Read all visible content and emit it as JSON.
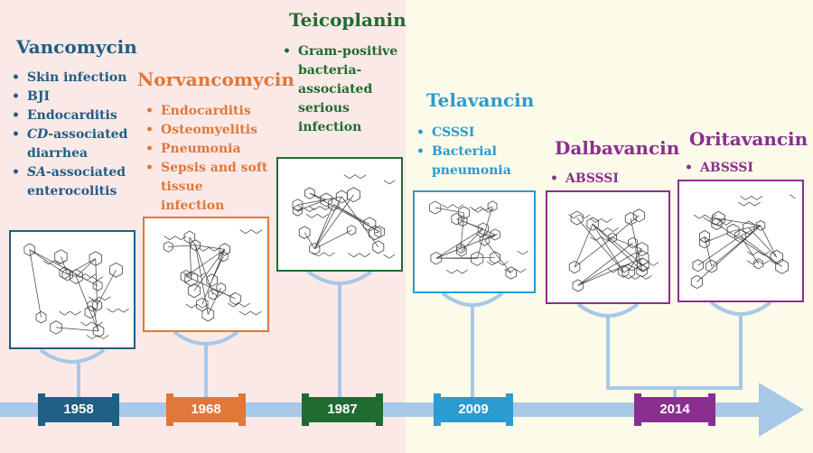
{
  "colors": {
    "vancomycin": "#1f5e85",
    "norvancomycin": "#e0783a",
    "teicoplanin": "#1f6b30",
    "telavancin": "#2b9bd1",
    "dalbavancin": "#8a2e8f",
    "oritavancin": "#8a2e8f",
    "axis": "#a8c8e8",
    "molecule": "#444444"
  },
  "drugs": {
    "vancomycin": {
      "name": "Vancomycin",
      "year": "1958",
      "indications": [
        {
          "pre": "",
          "em": "",
          "rest": "Skin infection"
        },
        {
          "pre": "",
          "em": "",
          "rest": "BJI"
        },
        {
          "pre": "",
          "em": "",
          "rest": "Endocarditis"
        },
        {
          "pre": "",
          "em": "CD",
          "rest": "-associated diarrhea"
        },
        {
          "pre": "",
          "em": "SA",
          "rest": "-associated enterocolitis"
        }
      ]
    },
    "norvancomycin": {
      "name": "Norvancomycin",
      "year": "1968",
      "indications": [
        {
          "pre": "",
          "em": "",
          "rest": "Endocarditis"
        },
        {
          "pre": "",
          "em": "",
          "rest": "Osteomyelitis"
        },
        {
          "pre": "",
          "em": "",
          "rest": "Pneumonia"
        },
        {
          "pre": "",
          "em": "",
          "rest": "Sepsis and soft tissue infection"
        }
      ]
    },
    "teicoplanin": {
      "name": "Teicoplanin",
      "year": "1987",
      "indications": [
        {
          "pre": "",
          "em": "",
          "rest": "Gram-positive bacteria-associated serious infection"
        }
      ]
    },
    "telavancin": {
      "name": "Telavancin",
      "year": "2009",
      "indications": [
        {
          "pre": "",
          "em": "",
          "rest": "CSSSI"
        },
        {
          "pre": "",
          "em": "",
          "rest": "Bacterial pneumonia"
        }
      ]
    },
    "dalbavancin": {
      "name": "Dalbavancin",
      "indications": [
        {
          "pre": "",
          "em": "",
          "rest": "ABSSSI"
        }
      ]
    },
    "oritavancin": {
      "name": "Oritavancin",
      "indications": [
        {
          "pre": "",
          "em": "",
          "rest": "ABSSSI"
        }
      ]
    }
  },
  "shared_year": "2014"
}
